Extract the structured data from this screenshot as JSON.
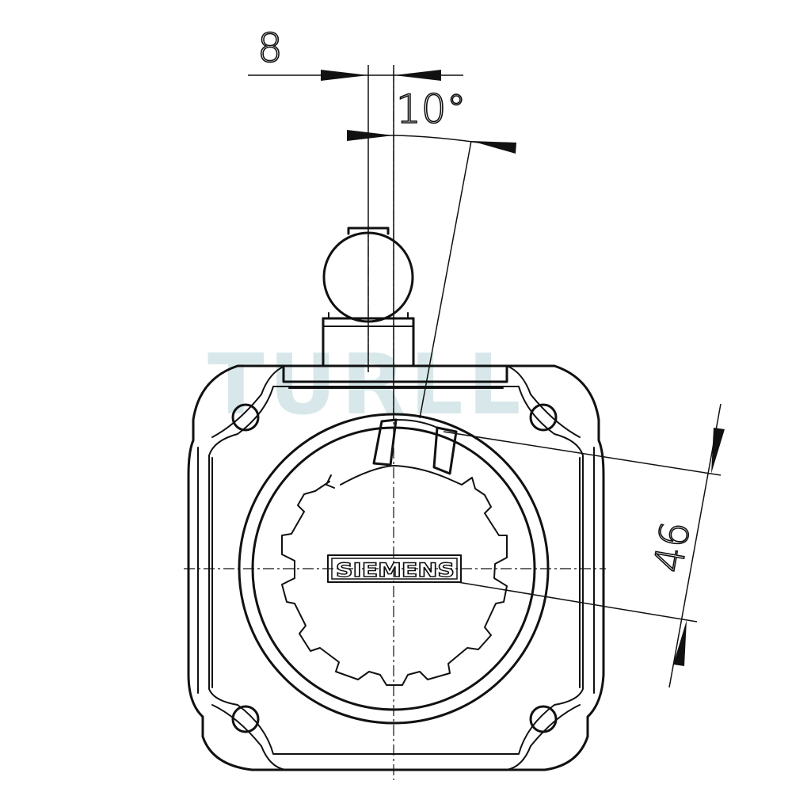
{
  "dimensions": {
    "top_offset": "8",
    "angle": "10°",
    "right_distance": "46"
  },
  "logo": "SIEMENS",
  "watermark": "TURLL"
}
